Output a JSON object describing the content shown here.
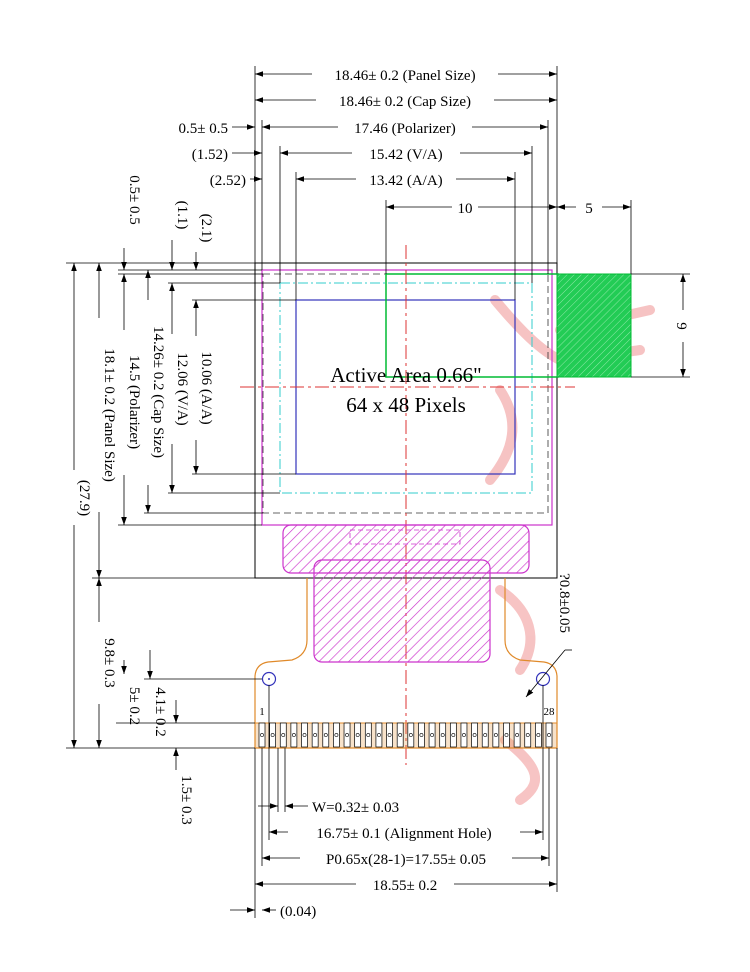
{
  "active_area": {
    "line1": "Active Area 0.66\"",
    "line2": "64 x 48 Pixels"
  },
  "horizontal_dims": {
    "panel_size": "18.46± 0.2 (Panel Size)",
    "cap_size": "18.46± 0.2 (Cap Size)",
    "offset": "0.5± 0.5",
    "polarizer": "17.46 (Polarizer)",
    "va_offset": "(1.52)",
    "va": "15.42 (V/A)",
    "aa_offset": "(2.52)",
    "aa": "13.42 (A/A)",
    "ten": "10",
    "five": "5",
    "width": "W=0.32± 0.03",
    "alignment_hole": "16.75± 0.1 (Alignment Hole)",
    "pitch": "P0.65x(28-1)=17.55± 0.05",
    "total_width": "18.55± 0.2",
    "edge": "(0.04)"
  },
  "vertical_dims": {
    "top_offset": "0.5± 0.5",
    "va_top": "(1.1)",
    "aa_top": "(2.1)",
    "cap": "14.26± 0.2 (Cap Size)",
    "polarizer": "14.5 (Polarizer)",
    "panel": "18.1± 0.2 (Panel Size)",
    "total": "(27.9)",
    "va": "12.06 (V/A)",
    "aa": "10.06 (A/A)",
    "nine": "9",
    "fpc": "9.8± 0.3",
    "hole": "4.1± 0.2",
    "five": "5± 0.2",
    "pin": "1.5± 0.3",
    "hole_dia": "?0.8±0.05"
  },
  "pins": {
    "first": "1",
    "last": "28",
    "count": 28
  },
  "colors": {
    "magenta": "#cc33cc",
    "green": "#00bb33",
    "cyan": "#33cccc",
    "blue": "#3333bb",
    "red": "#dd3333",
    "fpc": "#e08a2a",
    "watermark": "#f0a0a0"
  }
}
